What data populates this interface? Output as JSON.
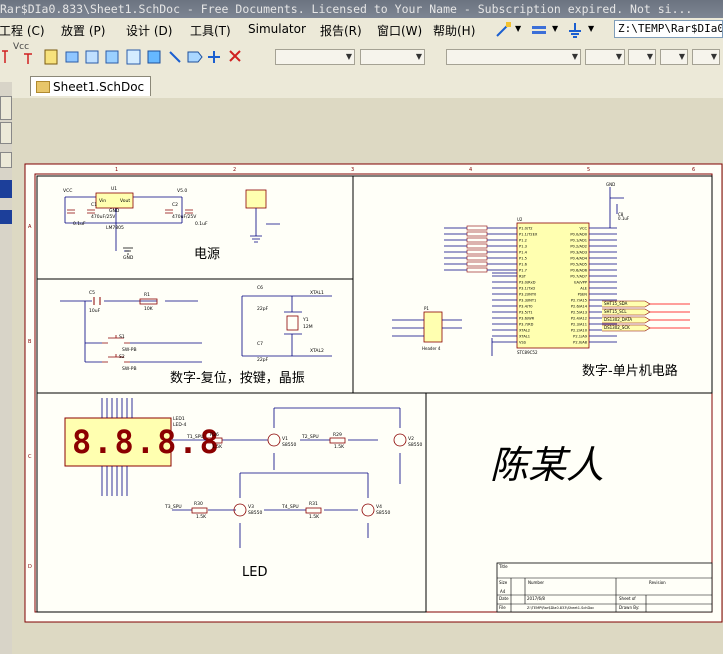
{
  "window": {
    "title": "Rar$DIa0.833\\Sheet1.SchDoc - Free Documents. Licensed to Your Name - Subscription expired. Not si..."
  },
  "menu": {
    "items": [
      "工程 (C)",
      "放置 (P)",
      "设计 (D)",
      "工具(T)",
      "Simulator",
      "报告(R)",
      "窗口(W)",
      "帮助(H)"
    ]
  },
  "toolbar": {
    "path": "Z:\\TEMP\\Rar$DIa0.8",
    "vcc_label": "Vcc"
  },
  "tabs": {
    "document": "Sheet1.SchDoc"
  },
  "schematic": {
    "colors": {
      "wire": "#000080",
      "component": "#8b0000",
      "fill": "#ffffb0",
      "sheet": "#fffff8",
      "border": "#800000",
      "accent": "#ff0000"
    },
    "ruler_top": [
      "1",
      "2",
      "3",
      "4",
      "5",
      "6"
    ],
    "ruler_side": [
      "A",
      "B",
      "C",
      "D"
    ],
    "blocks": {
      "power": "电源",
      "reset": "数字-复位，按键，晶振",
      "mcu": "数字-单片机电路",
      "led": "LED"
    },
    "author": "陈某人",
    "display_digits": "8.8.8.8",
    "power_parts": {
      "reg": "LM7805",
      "u": "U1",
      "vin": "Vin",
      "vout": "Vout",
      "gnd": "GND",
      "c1": "C1",
      "c2": "C2",
      "c1v": "470uF/25V",
      "c2v": "470uF/25V",
      "c3": "0.1uF",
      "c4": "0.1uF",
      "vcc": "VCC",
      "v50": "V5.0"
    },
    "reset_parts": {
      "r1": "R1",
      "r1v": "10K",
      "c5": "C5",
      "c5v": "10uF",
      "sw1": "S1",
      "sw2": "S2",
      "sw": "SW-PB",
      "c6": "C6",
      "c7": "C7",
      "c6v": "22pF",
      "c7v": "22pF",
      "y1": "Y1",
      "y1v": "12M",
      "xtal1": "XTAL1",
      "xtal2": "XTAL2"
    },
    "mcu_parts": {
      "u": "U2",
      "chip": "STC89C52",
      "pins_left": [
        "P1.0/T2",
        "P1.1/T2EX",
        "P1.2",
        "P1.3",
        "P1.4",
        "P1.5",
        "P1.6",
        "P1.7",
        "RST",
        "P3.0/RxD",
        "P3.1/TxD",
        "P3.2/INT0",
        "P3.3/INT1",
        "P3.4/T0",
        "P3.5/T1",
        "P3.6/WR",
        "P3.7/RD",
        "XTAL2",
        "XTAL1",
        "VSS"
      ],
      "pins_right": [
        "VCC",
        "P0.0/AD0",
        "P0.1/AD1",
        "P0.2/AD2",
        "P0.3/AD3",
        "P0.4/AD4",
        "P0.5/AD5",
        "P0.6/AD6",
        "P0.7/AD7",
        "EA/VPP",
        "ALE",
        "PSEN",
        "P2.7/A15",
        "P2.6/A14",
        "P2.5/A13",
        "P2.4/A12",
        "P2.3/A11",
        "P2.2/A10",
        "P2.1/A9",
        "P2.0/A8"
      ],
      "nets": [
        "SHT15_SDA",
        "SHT15_SCL",
        "DS1302_DATA",
        "DS1302_SCK"
      ],
      "header": "Header 4",
      "p1": "P1",
      "c8": "C8",
      "c8v": "0.1uF"
    },
    "led_parts": {
      "ds": "LED1",
      "digits": "LED-4",
      "q": [
        "V1",
        "V2",
        "V3",
        "V4"
      ],
      "qv": "S8550",
      "r": [
        "R26",
        "R29",
        "R30",
        "R31"
      ],
      "rv": "1.5K",
      "nets": [
        "T1_SPU",
        "T2_SPU",
        "T3_SPU",
        "T4_SPU"
      ]
    },
    "titleblock": {
      "title": "Title",
      "size": "Size",
      "size_val": "A4",
      "number": "Number",
      "revision": "Revision",
      "date": "Date",
      "date_val": "2017/6/8",
      "file": "File",
      "file_val": "Z:\\TEMP\\Rar$DIa0.833\\Sheet1.SchDoc",
      "sheet": "Sheet of",
      "drawn": "Drawn By:"
    }
  }
}
